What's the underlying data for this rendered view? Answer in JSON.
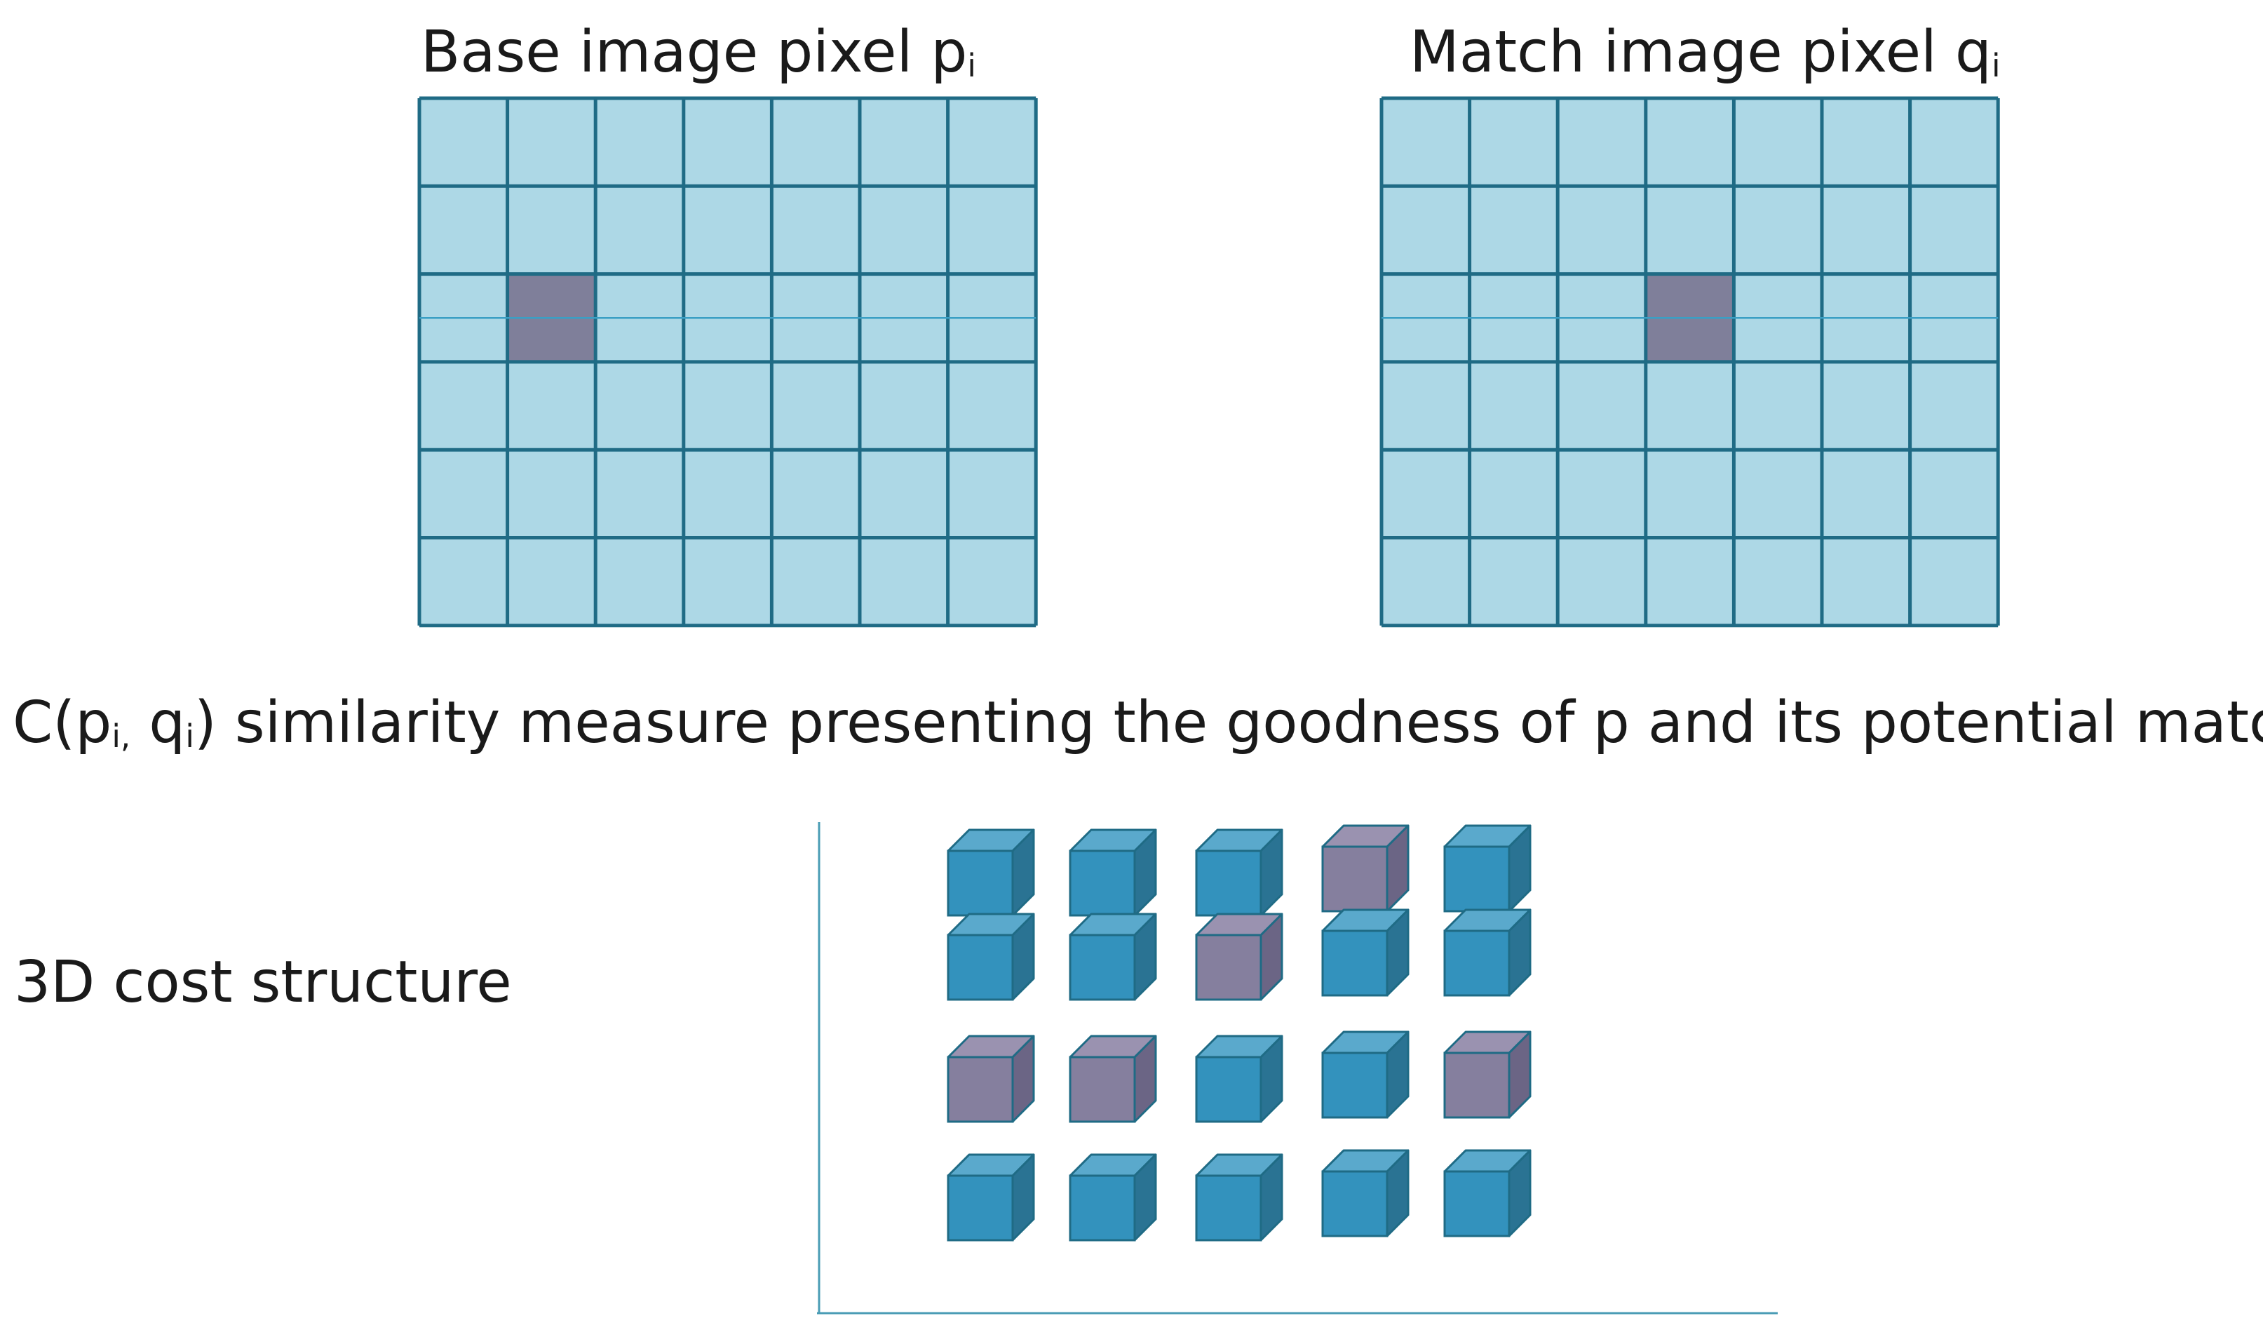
{
  "base_grid": {
    "title": "Base image pixel p",
    "subscript": "i",
    "rows": 6,
    "cols": 7,
    "highlight": {
      "row": 2,
      "col": 1
    }
  },
  "match_grid": {
    "title": "Match image pixel q",
    "subscript": "i",
    "rows": 6,
    "cols": 7,
    "highlight": {
      "row": 2,
      "col": 3
    }
  },
  "similarity": {
    "prefix": "C(p",
    "sub1": "i,",
    "mid": " q",
    "sub2": "i",
    "suffix": ") similarity measure presenting the goodness of p and its potential match q"
  },
  "cost_structure": {
    "label": "3D cost structure",
    "rows": 4,
    "cols": 5,
    "highlighted": [
      [
        0,
        3
      ],
      [
        1,
        2
      ],
      [
        2,
        0
      ],
      [
        2,
        1
      ],
      [
        2,
        4
      ]
    ]
  },
  "colors": {
    "cell_fill": "#add8e6",
    "grid_stroke": "#1f6b85",
    "highlight_fill": "#7f7f9a",
    "cube_front": "#3392bd",
    "cube_top": "#5aa9cc",
    "cube_side": "#2a7393",
    "cube_hl_front": "#857f9e",
    "cube_hl_top": "#9a92b0",
    "cube_hl_side": "#6b6585",
    "axis": "#4a9cb5"
  }
}
